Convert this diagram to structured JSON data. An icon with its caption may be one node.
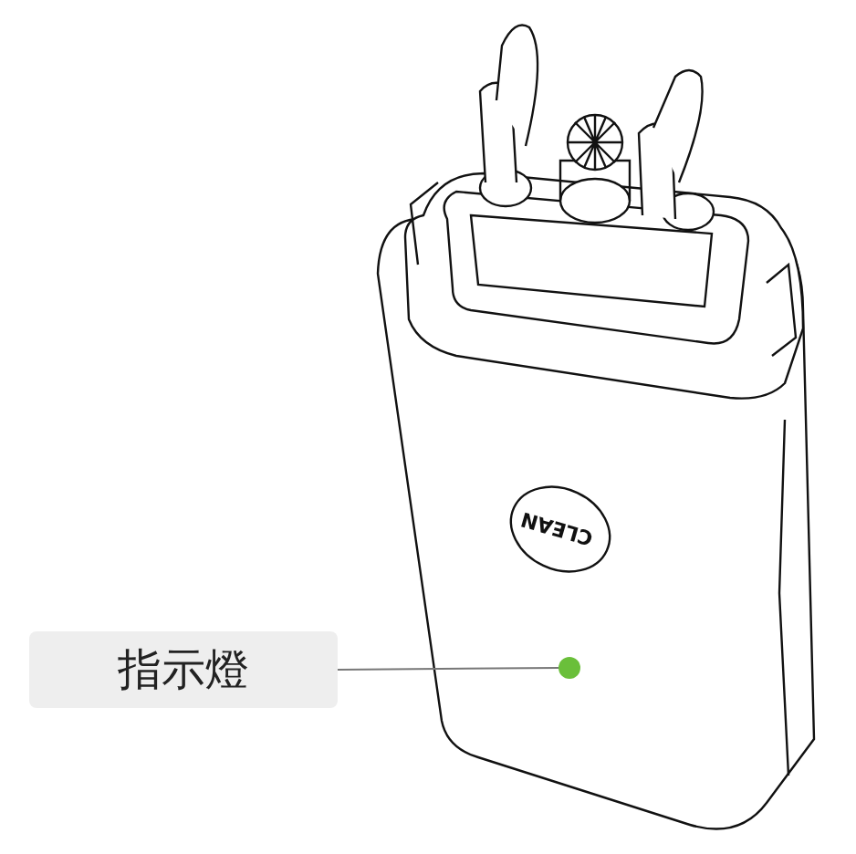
{
  "diagram": {
    "nodes": [
      {
        "text": [
          "指示燈"
        ]
      },
      {
        "text": [],
        "shape": "circle"
      }
    ],
    "edges": [
      {
        "from": 0,
        "to": 1,
        "arrow": "none"
      }
    ],
    "labels": [
      "CLEAN"
    ]
  }
}
